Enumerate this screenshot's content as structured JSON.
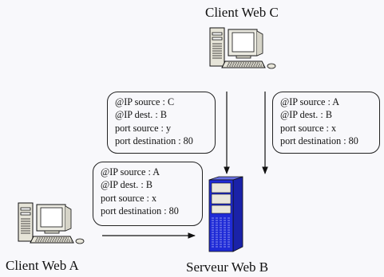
{
  "nodes": {
    "client_c": {
      "label": "Client Web C",
      "icon": "desktop-computer-icon"
    },
    "client_a": {
      "label": "Client Web A",
      "icon": "desktop-computer-icon"
    },
    "server_b": {
      "label": "Serveur Web B",
      "icon": "server-tower-icon"
    }
  },
  "boxes": {
    "c_to_b": [
      "@IP source : C",
      "@IP dest. : B",
      "port source : y",
      "port destination : 80"
    ],
    "a_to_b_top": [
      "@IP source : A",
      "@IP dest. : B",
      "port source : x",
      "port destination : 80"
    ],
    "a_to_b_left": [
      "@IP source : A",
      "@IP dest. : B",
      "port source : x",
      "port destination : 80"
    ]
  },
  "colors": {
    "background": "#f8f8fb",
    "server_blue": "#1f2bd6",
    "computer_beige": "#e8e6dc"
  }
}
